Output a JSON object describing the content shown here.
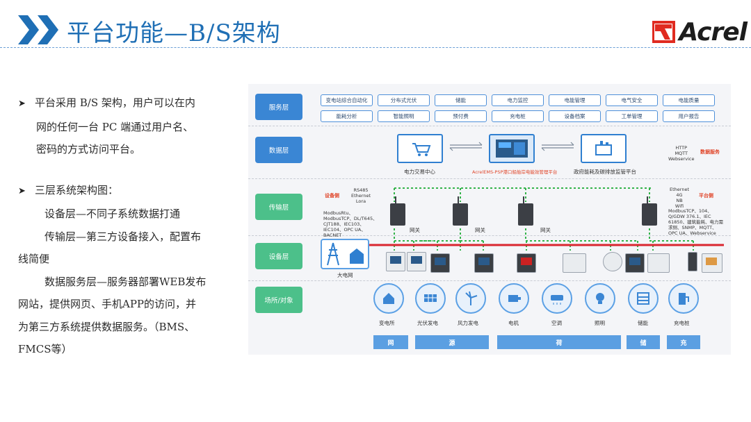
{
  "header": {
    "title": "平台功能—B/S架构",
    "logo_text": "Acrel"
  },
  "bullets": {
    "b1_line1": "平台采用 B/S 架构，用户可以在内",
    "b1_line2": "网的任何一台 PC 端通过用户名、",
    "b1_line3": "密码的方式访问平台。",
    "b2_head": "三层系统架构图：",
    "b2_line1": "设备层—不同子系统数据打通",
    "b2_line2": "传输层—第三方设备接入，配置布",
    "b2_line3": "线简便",
    "b2_line4": "数据服务层—服务器部署WEB发布",
    "b2_line5": "网站，提供网页、手机APP的访问，并",
    "b2_line6": "为第三方系统提供数据服务。（BMS、",
    "b2_line7": "FMCS等）"
  },
  "diagram": {
    "layers": [
      "服务层",
      "数据层",
      "传输层",
      "设备层",
      "场所/对象"
    ],
    "services_row1": [
      "变电站综合自动化",
      "分布式光伏",
      "储能",
      "电力监控",
      "电能管理",
      "电气安全",
      "电能质量"
    ],
    "services_row2": [
      "能耗分析",
      "智能照明",
      "预付费",
      "充电桩",
      "设备档案",
      "工单管理",
      "用户报告"
    ],
    "data_layer": {
      "left_caption": "电力交易中心",
      "center_caption": "AcrelEMS-PSP港口船舶岸电能效管理平台",
      "right_caption": "政府能耗及碳排放监管平台",
      "protocols": "HTTP\nMQTT\nWebservice",
      "data_service_label": "数据服务"
    },
    "transport": {
      "device_protocols_label": "设备侧",
      "device_protocols_top": "RS485\nEthernet\nLora",
      "device_protocols_bottom": "ModbusRtu、ModbusTCP、DL/T645、CJT188、IEC103、IEC104、OPC UA、BACNET",
      "platform_label": "平台侧",
      "platform_top": "Ethernet\n4G\nNB\nWifi",
      "platform_bottom": "ModbusTCP、104、Q/GDW 376.1、IEC 61850、建筑能耗、电力需求侧、SNMP、MQTT、OPC UA、Webservice",
      "gateway_labels": [
        "网关",
        "网关",
        "网关"
      ]
    },
    "grid_label": "大电网",
    "objects": [
      "变电所",
      "光伏发电",
      "风力发电",
      "电机",
      "空调",
      "照明",
      "储能",
      "充电桩"
    ],
    "bottom_bars": [
      "网",
      "源",
      "荷",
      "储",
      "充"
    ]
  },
  "colors": {
    "title_blue": "#1f6fb5",
    "layer_blue": "#3a86d4",
    "layer_green": "#4cc08a",
    "red_line": "#d9262f",
    "green_dash": "#33b34a",
    "bar_blue": "#5b9fe2"
  }
}
